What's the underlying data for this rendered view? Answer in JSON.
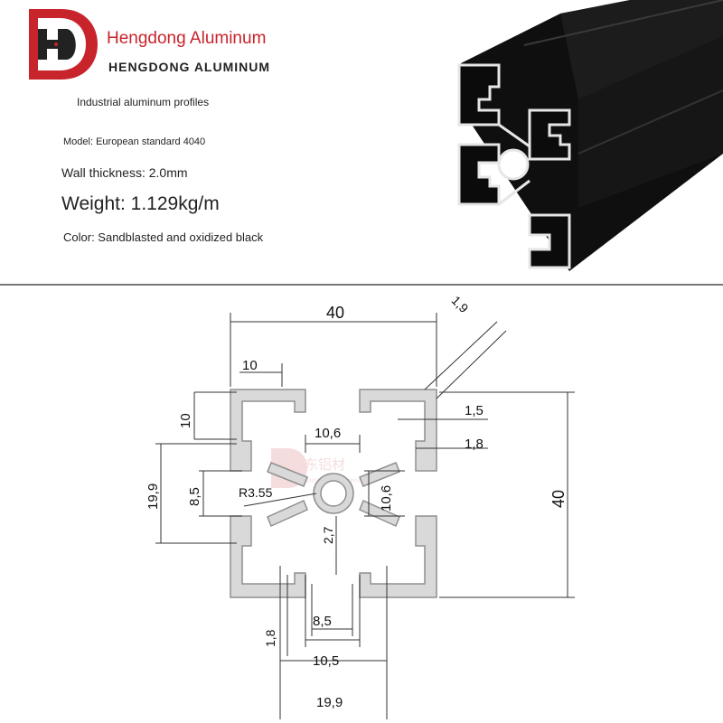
{
  "brand": {
    "name": "Hengdong Aluminum",
    "name_caps": "HENGDONG ALUMINUM",
    "logo_icon": "hd-shield-logo-icon",
    "accent_color": "#c8242c"
  },
  "info": {
    "category": "Industrial aluminum profiles",
    "model": "Model: European standard 4040",
    "wall_thickness": "Wall thickness: 2.0mm",
    "weight": "Weight: 1.129kg/m",
    "color": "Color: Sandblasted and oxidized black"
  },
  "photo": {
    "icon": "black-aluminum-profile-photo",
    "color": "#141414"
  },
  "drawing": {
    "profile_color": "#d9d9d9",
    "dims": {
      "width_total": "40",
      "height_total": "40",
      "wall": "1,9",
      "slot_depth": "10",
      "slot_depth_v": "10",
      "center_width": "10,6",
      "center_height": "10,6",
      "lip_1": "1,5",
      "lip_2": "1,8",
      "bottom_lip": "1,8",
      "inner_h": "19,9",
      "slot_h": "8,5",
      "radius": "R3.55",
      "web": "2,7",
      "slot_bottom": "8,5",
      "slot_opening": "10,5",
      "inner_w": "19,9"
    },
    "watermark": "恒东铝材",
    "watermark_en": "HENGDONG ALUMINUM"
  }
}
